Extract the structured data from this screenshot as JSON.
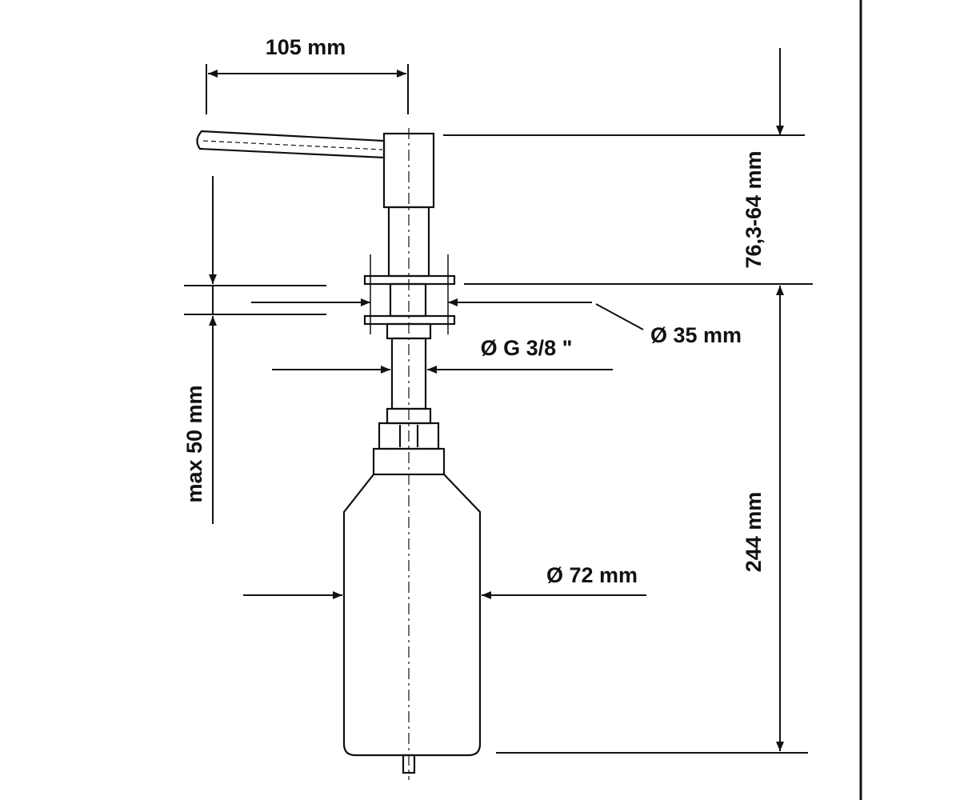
{
  "diagram": {
    "colors": {
      "ink": "#111111",
      "background": "#ffffff"
    },
    "dimensions": {
      "spout_reach": "105 mm",
      "head_height": "76,3-64 mm",
      "hole_diameter": "Ø 35 mm",
      "thread": "Ø G 3/8 \"",
      "max_thickness": "max 50 mm",
      "bottle_diameter": "Ø 72 mm",
      "below_counter_length": "244 mm"
    }
  }
}
